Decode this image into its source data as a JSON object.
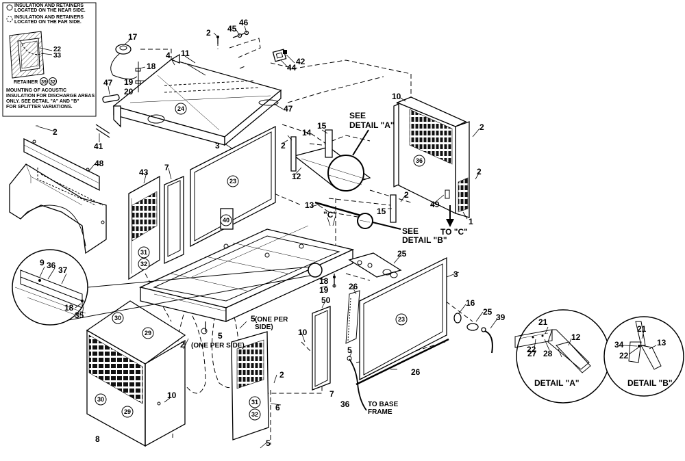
{
  "legend": {
    "line1": "INSULATION AND RETAINERS",
    "line2": "LOCATED ON THE NEAR SIDE.",
    "line3": "INSULATION AND RETAINERS",
    "line4": "LOCATED ON THE FAR SIDE.",
    "callout_22": "22",
    "callout_33": "33",
    "retainer_label": "RETAINER",
    "retainer_badges": [
      "39",
      "32"
    ],
    "note_lines": [
      "MOUNTING OF ACOUSTIC",
      "INSULATION FOR DISCHARGE AREAS",
      "ONLY. SEE DETAIL \"A\" AND \"B\"",
      "FOR SPLITTER VARIATIONS."
    ]
  },
  "callouts": {
    "c17": "17",
    "c18a": "18",
    "c19a": "19",
    "c20": "20",
    "c47a": "47",
    "c2a": "2",
    "c4": "4",
    "c11": "11",
    "c45": "45",
    "c46": "46",
    "c42": "42",
    "c44": "44",
    "c47b": "47",
    "c10a": "10",
    "c2b": "2",
    "c41": "41",
    "c2c": "2",
    "c3a": "3",
    "c14": "14",
    "c15a": "15",
    "c48": "48",
    "c2d": "2",
    "c12a": "12",
    "c43": "43",
    "c7a": "7",
    "c2e": "2",
    "c2f": "2",
    "c13a": "13",
    "c15b": "15",
    "c49": "49",
    "c1": "1",
    "c9": "9",
    "c36a": "36",
    "c37": "37",
    "c18b": "18",
    "c35": "35",
    "c18c": "18",
    "c19b": "19",
    "c26a": "26",
    "c25a": "25",
    "c3b": "3",
    "c50": "50",
    "c16": "16",
    "c25b": "25",
    "c39": "39",
    "c2g": "2",
    "c5a": "5",
    "c5b": "5",
    "c10b": "10",
    "c10c": "10",
    "c2h": "2",
    "c5c": "5",
    "c26b": "26",
    "c36b": "36",
    "c6": "6",
    "c7b": "7",
    "c8": "8",
    "c5d": "5",
    "c21a": "21",
    "c22a": "22",
    "c12b": "12",
    "c27": "27",
    "c28": "28",
    "c21b": "21",
    "c34": "34",
    "c13b": "13",
    "c22b": "22"
  },
  "texts": {
    "see_detail_a_1": "SEE",
    "see_detail_a_2": "DETAIL \"A\"",
    "see_detail_b_1": "SEE",
    "see_detail_b_2": "DETAIL \"B\"",
    "to_c": "TO \"C\"",
    "c_mark": "\"C\"",
    "one_per_side_a": "(ONE PER SIDE)",
    "one_per_side_b1": "(ONE PER",
    "one_per_side_b2": "SIDE)",
    "to_base_1": "TO BASE",
    "to_base_2": "FRAME",
    "detail_a": "DETAIL \"A\"",
    "detail_b": "DETAIL \"B\""
  },
  "badges": {
    "b24": "24",
    "b23a": "23",
    "b40": "40",
    "b36": "36",
    "b31a": "31",
    "b32a": "32",
    "b23b": "23",
    "b30a": "30",
    "b29a": "29",
    "b30b": "30",
    "b29b": "29",
    "b31b": "31",
    "b32b": "32"
  }
}
